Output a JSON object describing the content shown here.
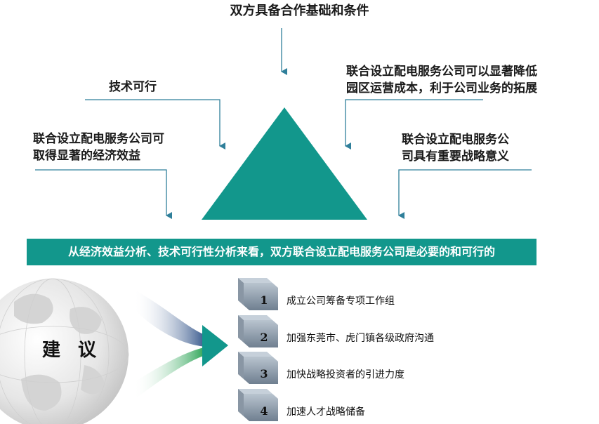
{
  "title": "双方具备合作基础和条件",
  "left_top": "技术可行",
  "left_bottom": [
    "联合设立配电服务公司可",
    "取得显著的经济效益"
  ],
  "right_top": [
    "联合设立配电服务公司可以显著降低",
    "园区运营成本，利于公司业务的拓展"
  ],
  "right_bottom": [
    "联合设立配电服务公",
    "司具有重要战略意义"
  ],
  "conclusion": "从经济效益分析、技术可行性分析来看，双方联合设立配电服务公司是必要的和可行的",
  "suggestion_label": "建 议",
  "steps": [
    {
      "num": "1",
      "text": "成立公司筹备专项工作组"
    },
    {
      "num": "2",
      "text": "加强东莞市、虎门镇各级政府沟通"
    },
    {
      "num": "3",
      "text": "加快战略投资者的引进力度"
    },
    {
      "num": "4",
      "text": "加速人才战略储备"
    }
  ],
  "colors": {
    "teal": "#12978c",
    "navy": "#2c4f86",
    "green": "#1e9e4b"
  },
  "icons": [
    "globe-icon",
    "arrow-head-icon",
    "step-box-icon"
  ]
}
